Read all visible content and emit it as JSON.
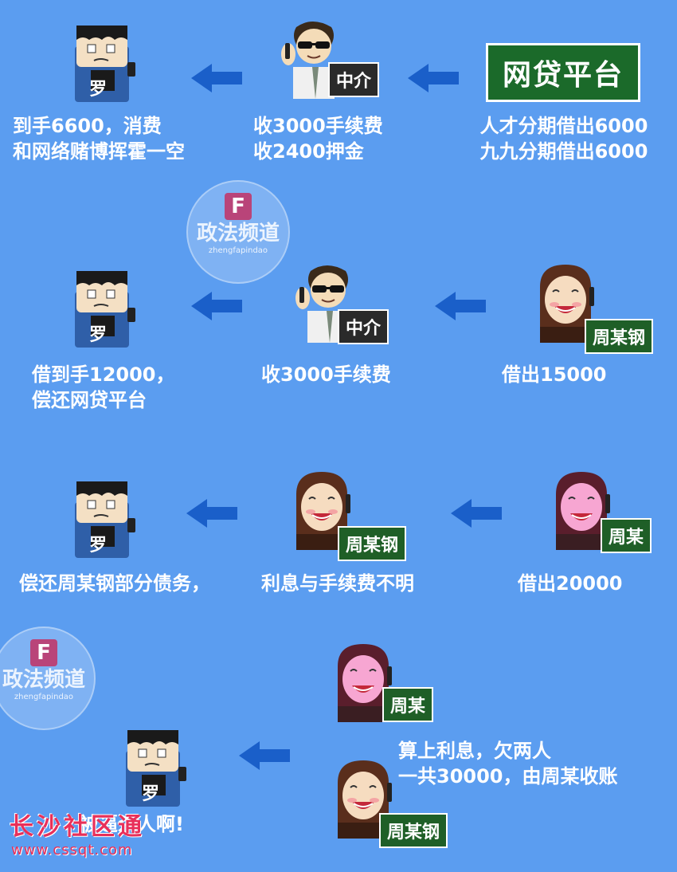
{
  "row1": {
    "platform_label": "网贷平台",
    "platform_caption_1": "人才分期借出6000",
    "platform_caption_2": "九九分期借出6000",
    "agent_tag": "中介",
    "agent_caption_1": "收3000手续费",
    "agent_caption_2": "收2400押金",
    "luo_tag": "罗",
    "luo_caption_1": "到手6600，消费",
    "luo_caption_2": "和网络赌博挥霍一空"
  },
  "row2": {
    "lender_tag": "周某钢",
    "lender_caption": "借出15000",
    "agent_tag": "中介",
    "agent_caption": "收3000手续费",
    "luo_tag": "罗",
    "luo_caption_1": "借到手12000，",
    "luo_caption_2": "偿还网贷平台"
  },
  "row3": {
    "lender_tag": "周某",
    "lender_caption": "借出20000",
    "middle_tag": "周某钢",
    "middle_caption": "利息与手续费不明",
    "luo_tag": "罗",
    "luo_caption": "偿还周某钢部分债务，"
  },
  "row4": {
    "top_tag": "周某",
    "bottom_tag": "周某钢",
    "caption_1": "算上利息，欠两人",
    "caption_2": "一共30000，由周某收账",
    "luo_tag": "罗",
    "luo_caption": "被逼杀人啊!"
  },
  "watermark": {
    "letter": "F",
    "cn": "政法频道",
    "en": "zhengfapindao"
  },
  "footer": {
    "cn": "长沙社区通",
    "url": "www.cssqt.com"
  },
  "colors": {
    "background": "#5b9df0",
    "arrow": "#1a5fc9",
    "tag_green": "#1f5f27",
    "tag_dark": "#2a2a2a"
  }
}
